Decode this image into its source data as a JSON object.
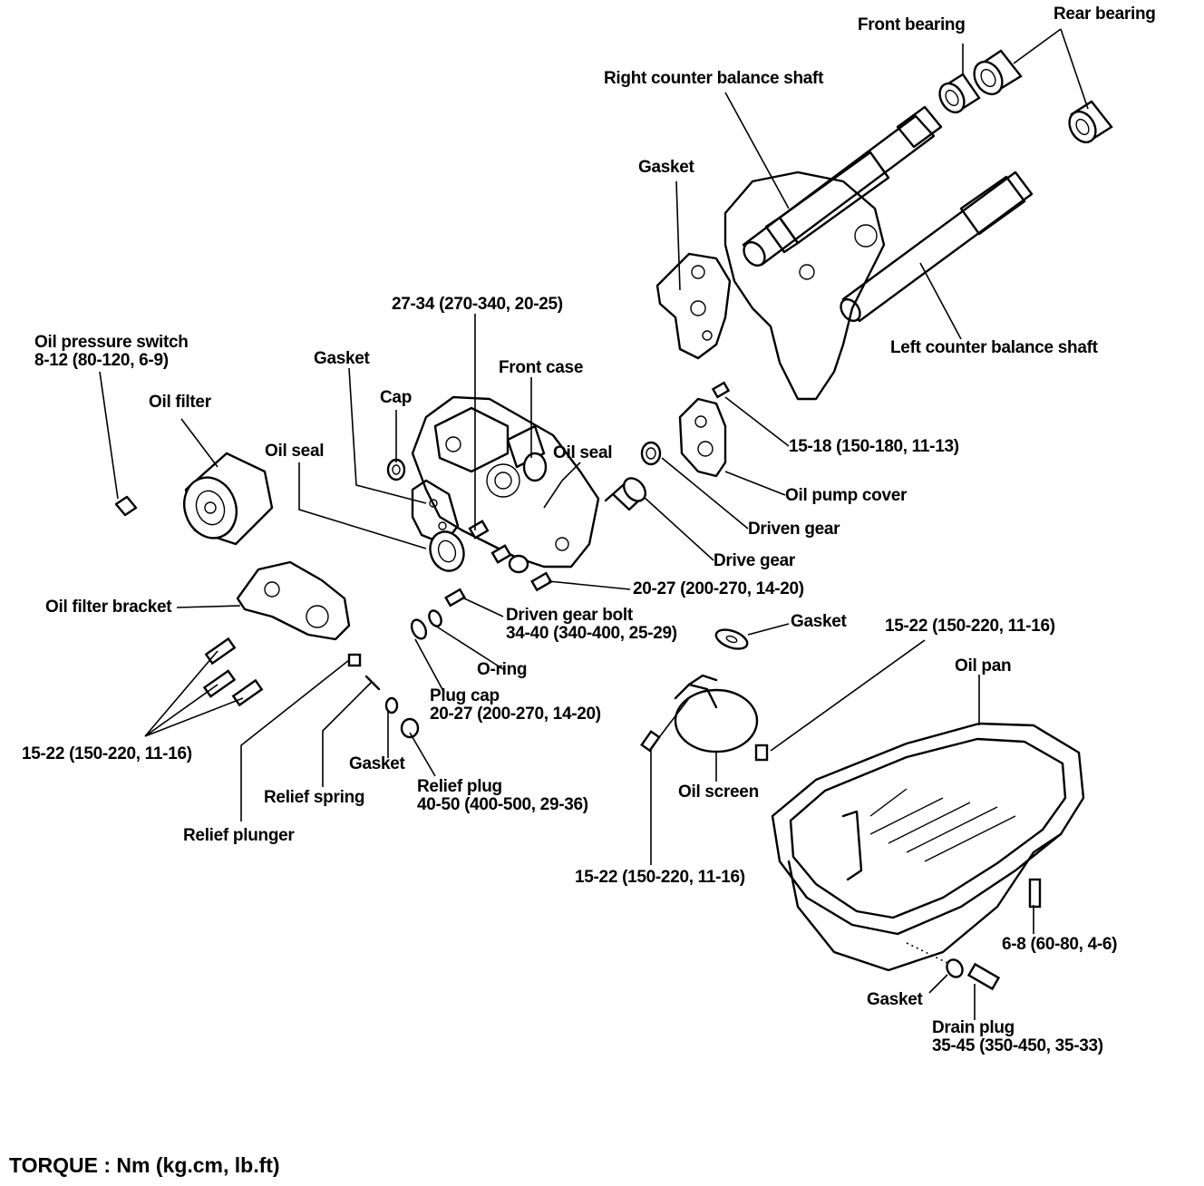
{
  "labels": {
    "front_bearing": "Front bearing",
    "rear_bearing": "Rear bearing",
    "right_shaft": "Right counter balance shaft",
    "gasket_rear": "Gasket",
    "left_shaft": "Left counter balance shaft",
    "torque_front_case": "27-34 (270-340, 20-25)",
    "oil_pressure_switch": "Oil pressure switch",
    "oil_pressure_switch_torque": "8-12 (80-120, 6-9)",
    "oil_filter": "Oil filter",
    "gasket_case": "Gasket",
    "front_case": "Front case",
    "cap": "Cap",
    "oil_seal_left": "Oil seal",
    "oil_seal_right": "Oil seal",
    "torque_pump_cover": "15-18 (150-180, 11-13)",
    "oil_pump_cover": "Oil pump cover",
    "driven_gear": "Driven gear",
    "drive_gear": "Drive gear",
    "torque_drive_gear": "20-27 (200-270, 14-20)",
    "oil_filter_bracket": "Oil filter bracket",
    "driven_gear_bolt": "Driven gear bolt",
    "driven_gear_bolt_torque": "34-40 (340-400, 25-29)",
    "gasket_screen": "Gasket",
    "torque_oil_pan": "15-22 (150-220, 11-16)",
    "o_ring": "O-ring",
    "oil_pan": "Oil pan",
    "plug_cap": "Plug cap",
    "plug_cap_torque": "20-27 (200-270, 14-20)",
    "torque_bracket": "15-22 (150-220, 11-16)",
    "gasket_relief": "Gasket",
    "relief_spring": "Relief spring",
    "relief_plug": "Relief plug",
    "relief_plug_torque": "40-50 (400-500, 29-36)",
    "oil_screen": "Oil screen",
    "relief_plunger": "Relief plunger",
    "torque_screen": "15-22 (150-220, 11-16)",
    "torque_pan_bolt": "6-8 (60-80, 4-6)",
    "gasket_drain": "Gasket",
    "drain_plug": "Drain plug",
    "drain_plug_torque": "35-45 (350-450, 35-33)"
  },
  "footer": "TORQUE : Nm (kg.cm, lb.ft)"
}
